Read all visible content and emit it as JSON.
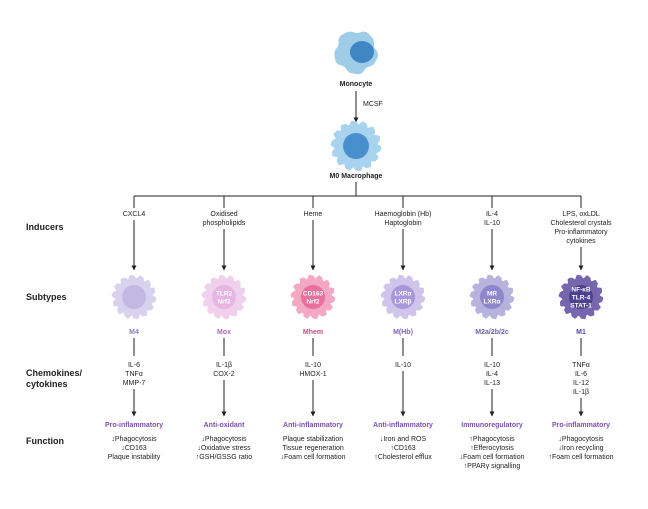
{
  "top": {
    "monocyte": "Monocyte",
    "mcsf": "MCSF",
    "m0": "M0 Macrophage"
  },
  "rows": {
    "inducers": "Inducers",
    "subtypes": "Subtypes",
    "chemokines": [
      "Chemokines/",
      "cytokines"
    ],
    "function": "Function"
  },
  "columns": [
    {
      "inducers": [
        "CXCL4"
      ],
      "subtype": "M4",
      "inner": [],
      "chemokines": [
        "IL-6",
        "TNFα",
        "MMP-7"
      ],
      "category": "Pro-inflammatory",
      "functions": [
        "↓Phagocytosis",
        "↓CD163",
        "Plaque instability"
      ]
    },
    {
      "inducers": [
        "Oxidised",
        "phospholipids"
      ],
      "subtype": "Mox",
      "inner": [
        "TLR2",
        "Nrf2"
      ],
      "chemokines": [
        "IL-1β",
        "COX-2"
      ],
      "category": "Anti-oxidant",
      "functions": [
        "↓Phagocytosis",
        "↓Oxidative stress",
        "↑GSH/GSSG ratio"
      ]
    },
    {
      "inducers": [
        "Heme"
      ],
      "subtype": "Mhem",
      "inner": [
        "CD163",
        "Nrf2"
      ],
      "chemokines": [
        "IL-10",
        "HMOX-1"
      ],
      "category": "Anti-inflammatory",
      "functions": [
        "Plaque stabilization",
        "Tissue regeneration",
        "↓Foam cell formation"
      ]
    },
    {
      "inducers": [
        "Haemoglobin (Hb)",
        "Haptoglobin"
      ],
      "subtype": "M(Hb)",
      "inner": [
        "LXRα",
        "LXRβ"
      ],
      "chemokines": [
        "IL-10"
      ],
      "category": "Anti-inflammatory",
      "functions": [
        "↓Iron and ROS",
        "↑CD163",
        "↑Cholesterol efflux"
      ]
    },
    {
      "inducers": [
        "IL-4",
        "IL-10"
      ],
      "subtype": "M2a/2b/2c",
      "inner": [
        "MR",
        "LXRα"
      ],
      "chemokines": [
        "IL-10",
        "IL-4",
        "IL-13"
      ],
      "category": "Immunoregulatory",
      "functions": [
        "↑Phagocytosis",
        "↑Efferocytosis",
        "↓Foam cell formation",
        "↑PPARγ signalling"
      ]
    },
    {
      "inducers": [
        "LPS, oxLDL",
        "Cholesterol crystals",
        "Pro-inflammatory",
        "cytokines"
      ],
      "subtype": "M1",
      "inner": [
        "NF-κB",
        "TLR-4",
        "STAT-1"
      ],
      "chemokines": [
        "TNFα",
        "IL-6",
        "IL-12",
        "IL-1β"
      ],
      "category": "Pro-inflammatory",
      "functions": [
        "↓Phagocytosis",
        "↓Iron recycling",
        "↑Foam cell formation"
      ]
    }
  ],
  "colors": {
    "monocyte_body": "#9fcde8",
    "monocyte_nucleus": "#3f86c4",
    "m0_body": "#a8d3ee",
    "m0_nucleus": "#4a8fcd",
    "category_purple": "#7b4fb0",
    "cells": [
      {
        "body": "#d8d2ee",
        "nucleus": "#c2b8e4",
        "label": "#8b7cc6"
      },
      {
        "body": "#f0d0ec",
        "nucleus": "#e7b5e1",
        "label": "#b06ab0"
      },
      {
        "body": "#f4a8c4",
        "nucleus": "#e96f9d",
        "label": "#cc4f82"
      },
      {
        "body": "#cfc5ea",
        "nucleus": "#a996db",
        "label": "#7c63b8"
      },
      {
        "body": "#b8b2df",
        "nucleus": "#8f86cc",
        "label": "#6f5fb3"
      },
      {
        "body": "#7566ae",
        "nucleus": "#4d4190",
        "label": "#5a48a0"
      }
    ]
  }
}
